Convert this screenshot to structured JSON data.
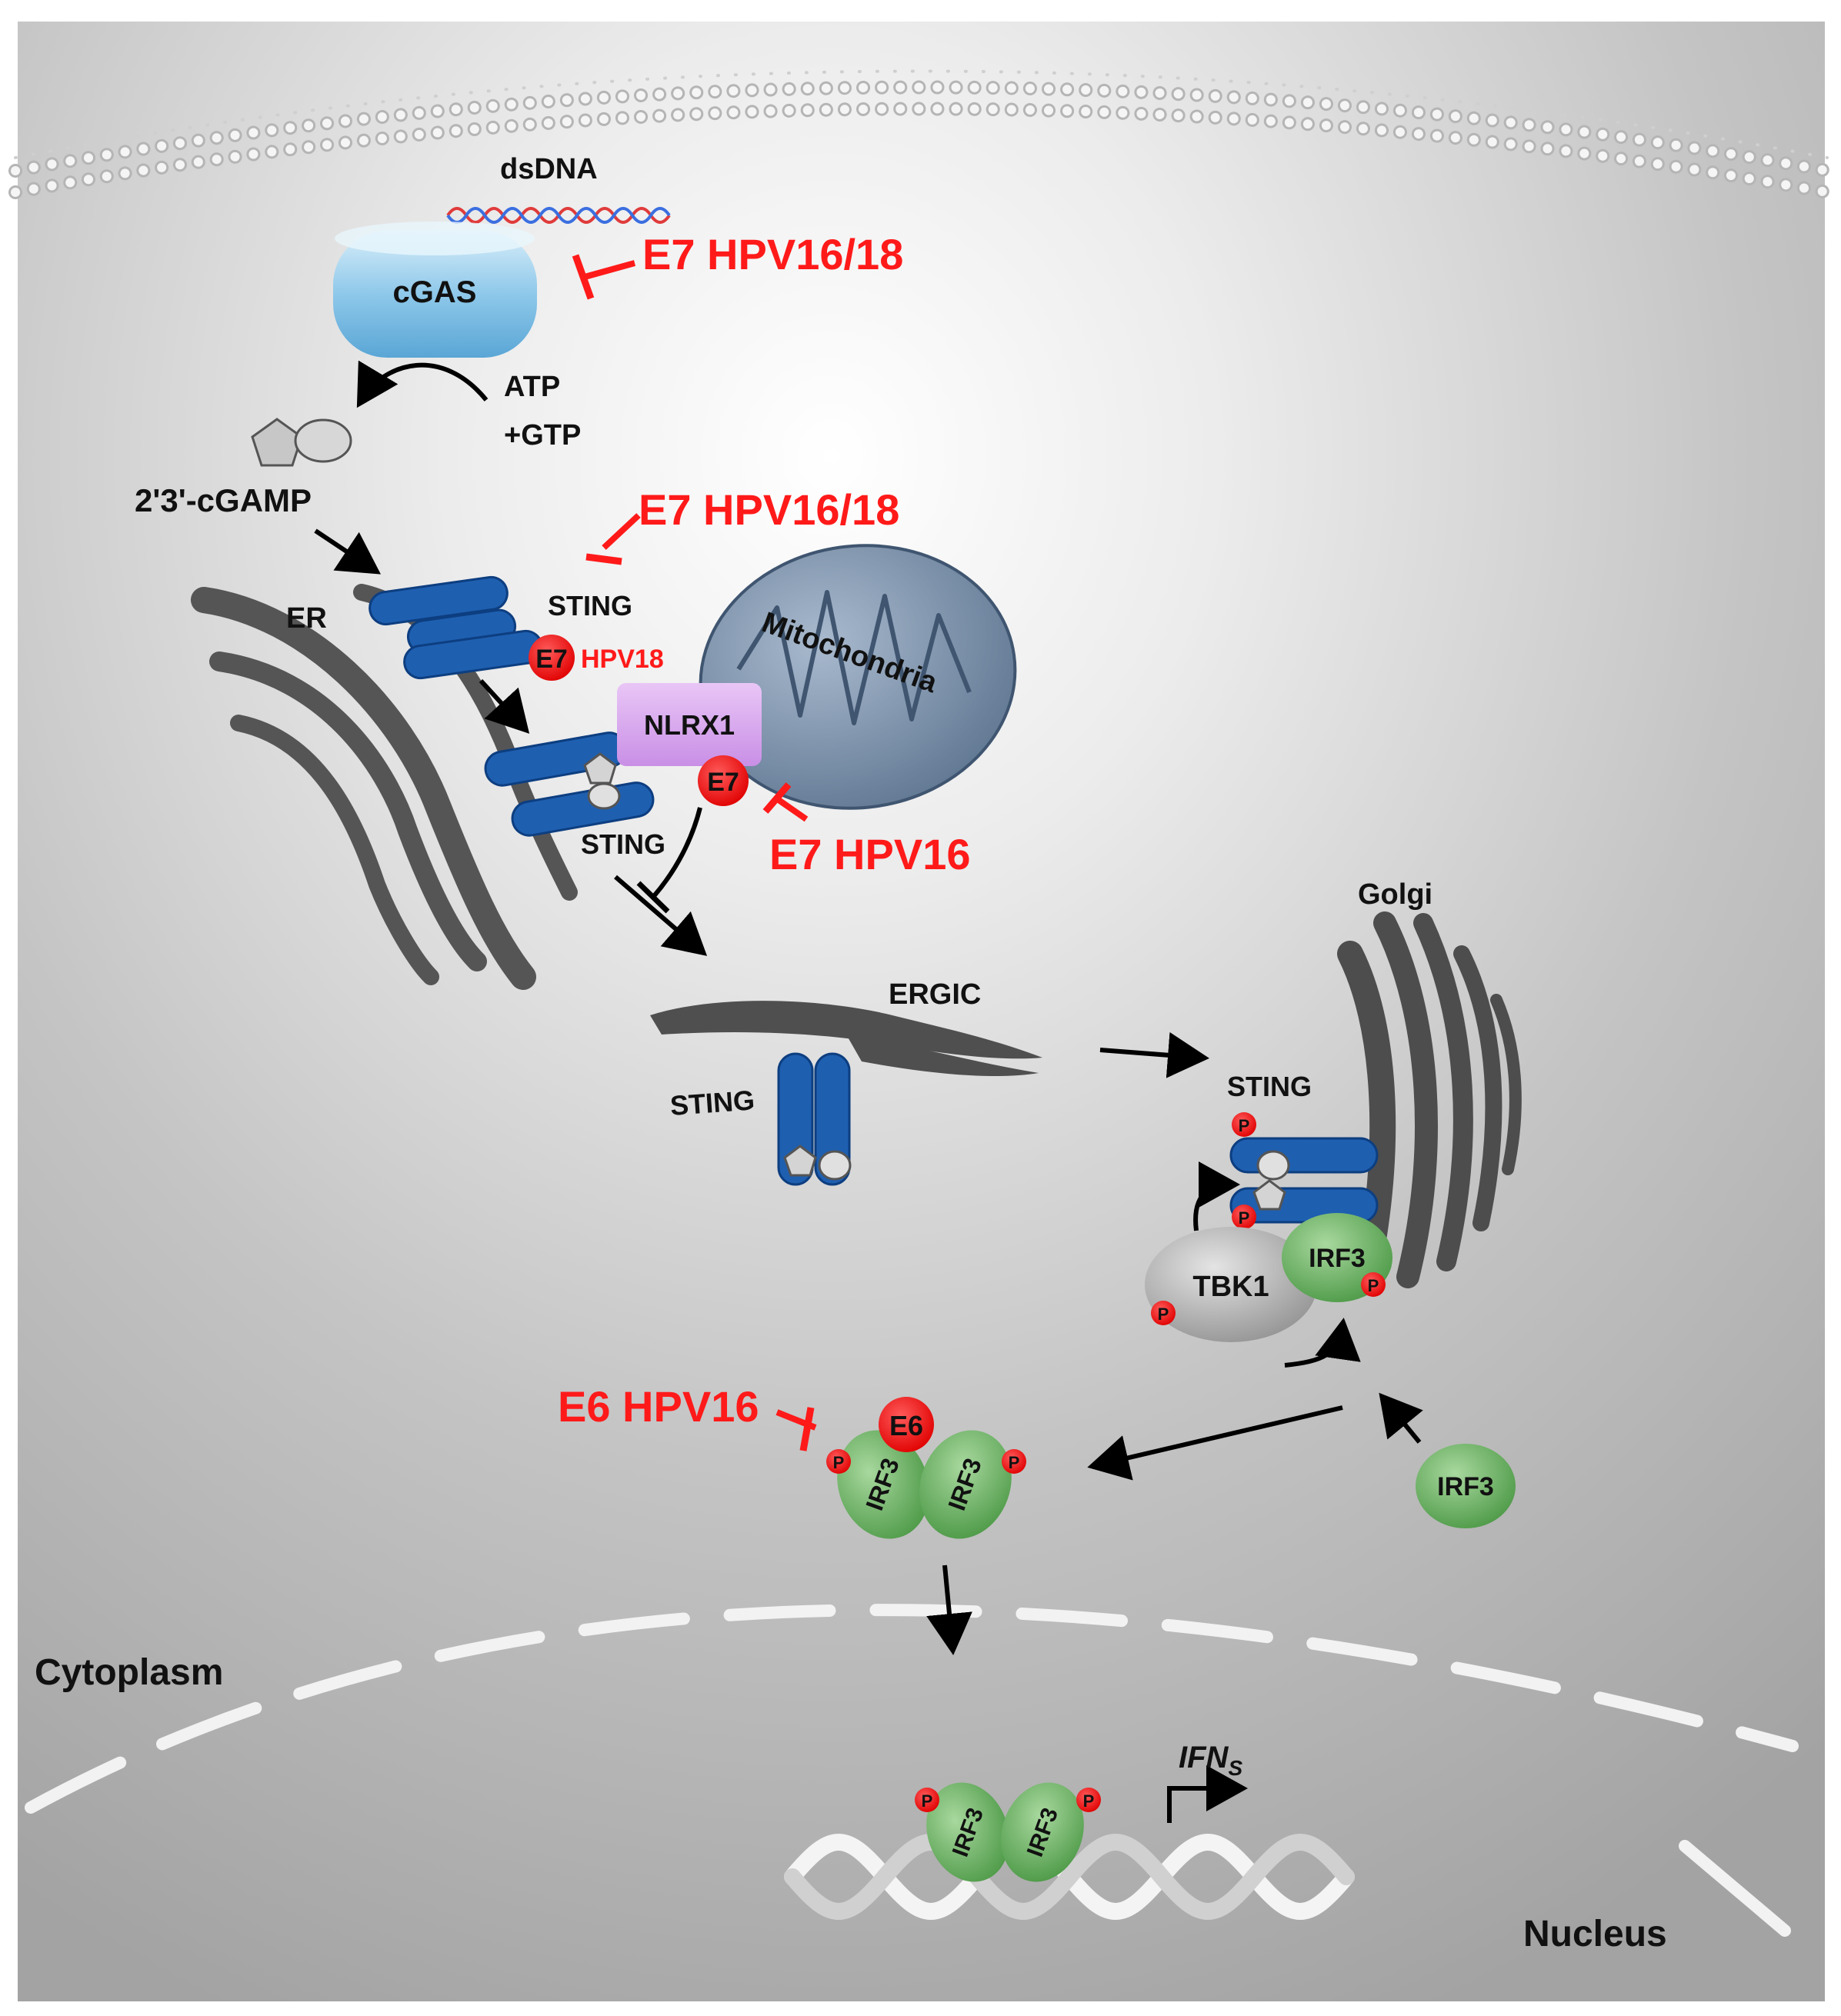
{
  "labels": {
    "dsdna": "dsDNA",
    "cgas": "cGAS",
    "atp": "ATP",
    "gtp": "+GTP",
    "cgamp": "2'3'-cGAMP",
    "er": "ER",
    "sting_er_top": "STING",
    "sting_er_bottom": "STING",
    "e7_er": "E7",
    "hpv18_er": "HPV18",
    "nlrx1": "NLRX1",
    "e7_nlrx1": "E7",
    "mitochondria": "Mitochondria",
    "ergic": "ERGIC",
    "sting_ergic": "STING",
    "golgi": "Golgi",
    "sting_golgi": "STING",
    "tbk1": "TBK1",
    "irf3_golgi": "IRF3",
    "irf3_free": "IRF3",
    "irf3_dimer_left": "IRF3",
    "irf3_dimer_right": "IRF3",
    "irf3_nuc_left": "IRF3",
    "irf3_nuc_right": "IRF3",
    "e6": "E6",
    "cytoplasm": "Cytoplasm",
    "nucleus": "Nucleus",
    "ifns_main": "IFN",
    "ifns_sub": "S",
    "phospho": "P"
  },
  "inhibitors": {
    "e7_cgas": "E7 HPV16/18",
    "e7_sting": "E7 HPV16/18",
    "e7_nlrx1": "E7 HPV16",
    "e6_irf3": "E6 HPV16"
  },
  "colors": {
    "inhibitor_red": "#ff1a1a",
    "sting_blue": "#1e5fb0",
    "irf3_green": "#6fb56a",
    "organelle_gray": "#4a4a4a",
    "nlrx1_purple": "#e0b4f0",
    "mito_blue": "#7d93ad",
    "cgas_blue": "#8cc6e8"
  }
}
